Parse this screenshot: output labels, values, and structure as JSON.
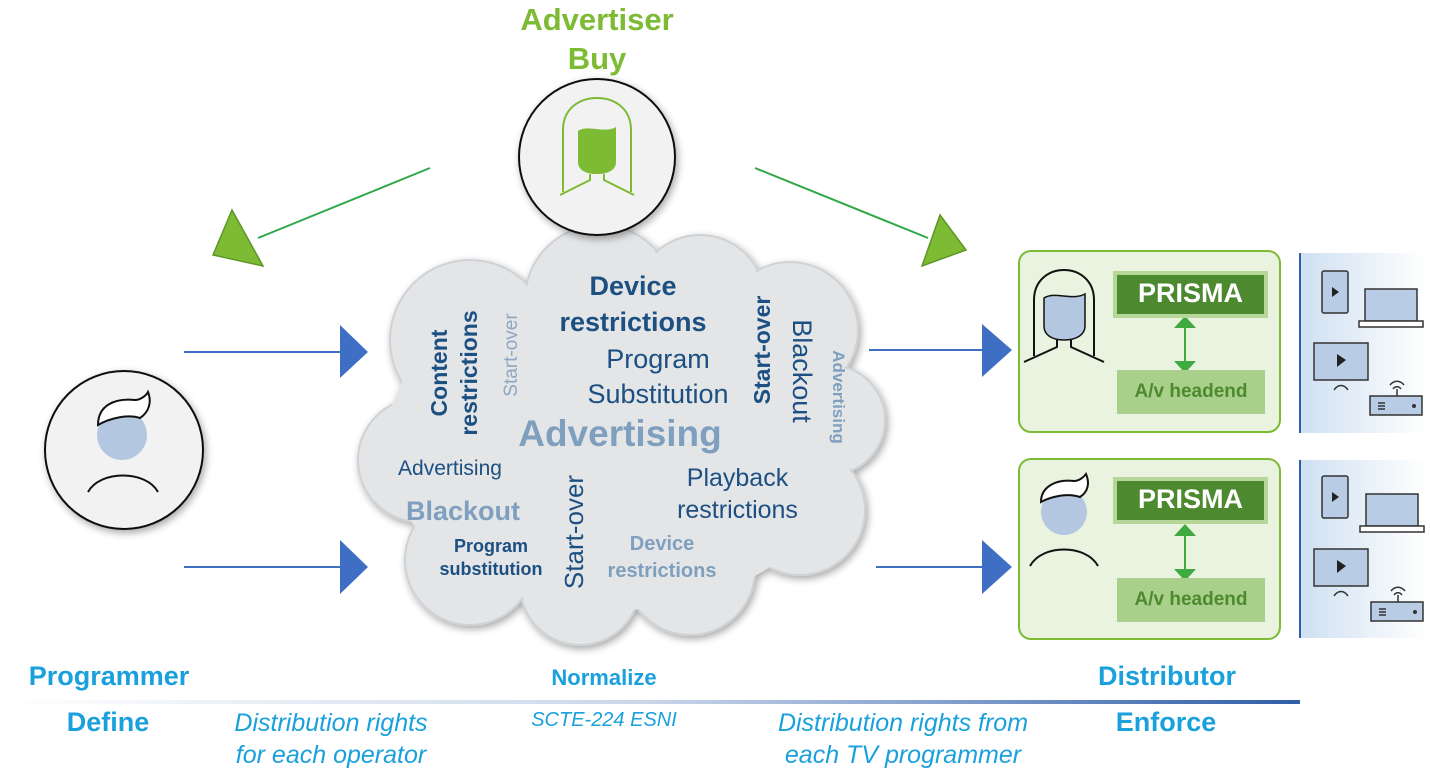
{
  "advertiser": {
    "line1": "Advertiser",
    "line2": "Buy"
  },
  "programmer": {
    "role": "Programmer",
    "action": "Define",
    "desc_line1": "Distribution rights",
    "desc_line2": "for each operator"
  },
  "normalize": {
    "role": "Normalize",
    "desc": "SCTE-224 ESNI"
  },
  "distributor": {
    "role": "Distributor",
    "action": "Enforce",
    "desc_line1": "Distribution rights from",
    "desc_line2": "each TV programmer"
  },
  "cloud_words": {
    "device_restrictions_1": "Device\nrestrictions",
    "content_restrictions": "Content\nrestrictions",
    "start_over_1": "Start-over",
    "program_substitution_1": "Program\nSubstitution",
    "start_over_2": "Start-over",
    "blackout_1": "Blackout",
    "advertising_1": "Advertising",
    "advertising_big": "Advertising",
    "advertising_2": "Advertising",
    "playback_restrictions": "Playback\nrestrictions",
    "blackout_2": "Blackout",
    "program_substitution_2": "Program\nsubstitution",
    "start_over_3": "Start-over",
    "device_restrictions_2": "Device\nrestrictions"
  },
  "distributor_panels": [
    {
      "prisma": "PRISMA",
      "headend": "A/v headend"
    },
    {
      "prisma": "PRISMA",
      "headend": "A/v headend"
    }
  ],
  "colors": {
    "green": "#7dbb35",
    "blue_text": "#1aa0dc",
    "navy": "#1c4f82",
    "steel": "#7f9fbf",
    "arrow_blue": "#3f6fc4",
    "cloud": "#e2e4e6"
  }
}
